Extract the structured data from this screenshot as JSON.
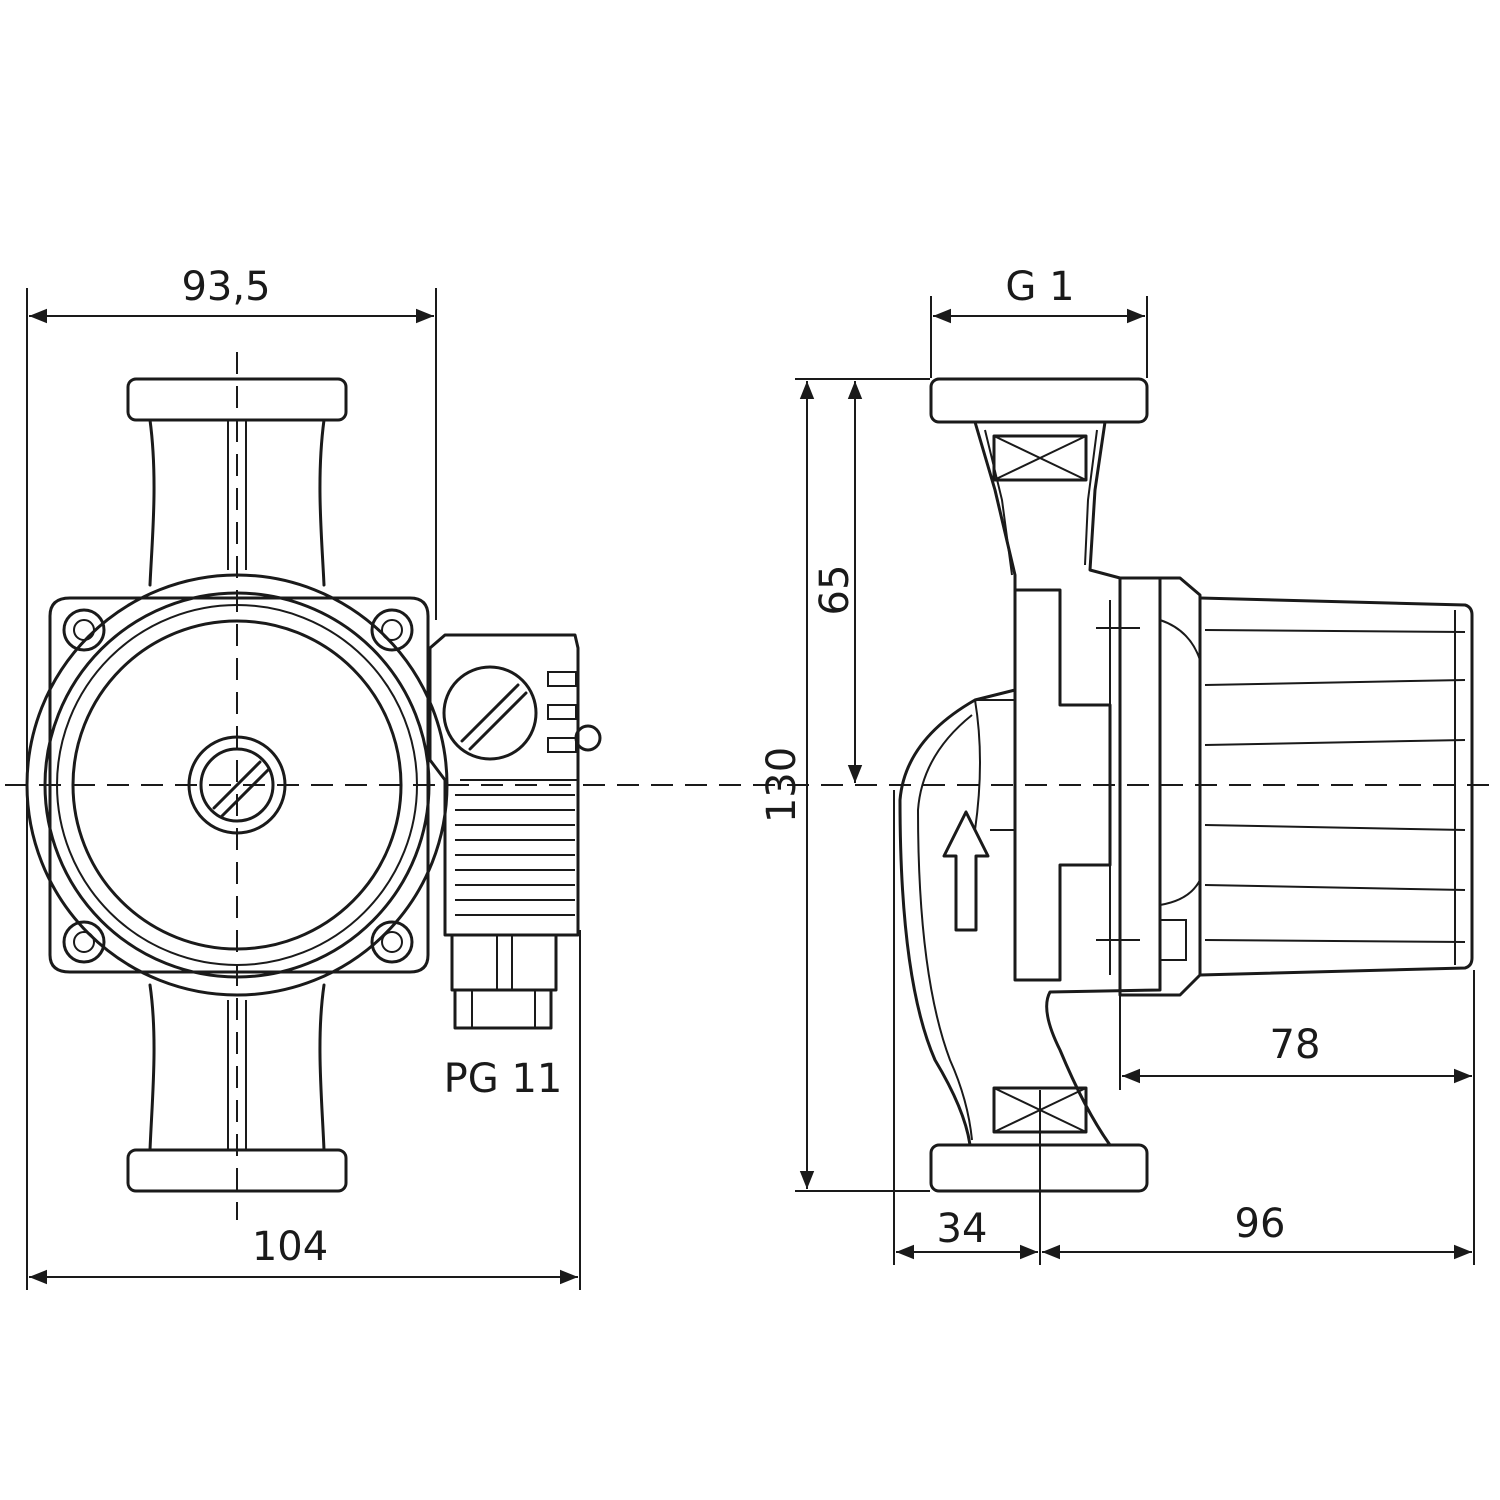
{
  "drawing": {
    "colors": {
      "line": "#1a1a1a",
      "background": "#ffffff"
    },
    "front_view": {
      "dimensions": {
        "top_width": "93,5",
        "overall_width": "104"
      },
      "cable_gland_label": "PG 11"
    },
    "side_view": {
      "dimensions": {
        "thread": "G 1",
        "overall_height": "130",
        "half_height": "65",
        "motor_length": "78",
        "inlet_offset": "34",
        "depth": "96"
      },
      "flow_arrow_icon": "flow-direction-arrow-icon"
    }
  }
}
